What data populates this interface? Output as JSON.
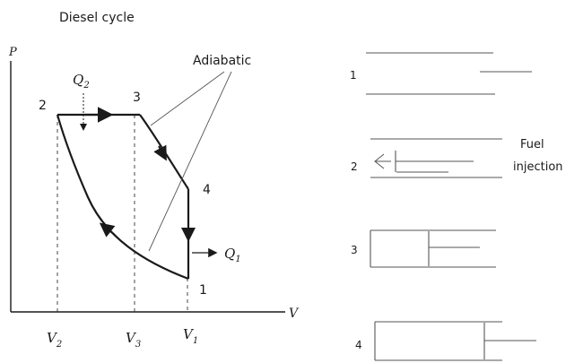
{
  "title": "Diesel cycle",
  "axes": {
    "y_label": "P",
    "x_label": "V"
  },
  "points": {
    "p2": "2",
    "p3": "3",
    "p4": "4",
    "p1": "1"
  },
  "heat": {
    "in": "Q",
    "in_sub": "2",
    "out": "Q",
    "out_sub": "1"
  },
  "annotation": "Adiabatic",
  "x_ticks": [
    {
      "main": "V",
      "sub": "2"
    },
    {
      "main": "V",
      "sub": "3"
    },
    {
      "main": "V",
      "sub": "1"
    }
  ],
  "engine_stages": [
    {
      "number": "1"
    },
    {
      "number": "2",
      "label_line1": "Fuel",
      "label_line2": "injection"
    },
    {
      "number": "3"
    },
    {
      "number": "4"
    }
  ]
}
